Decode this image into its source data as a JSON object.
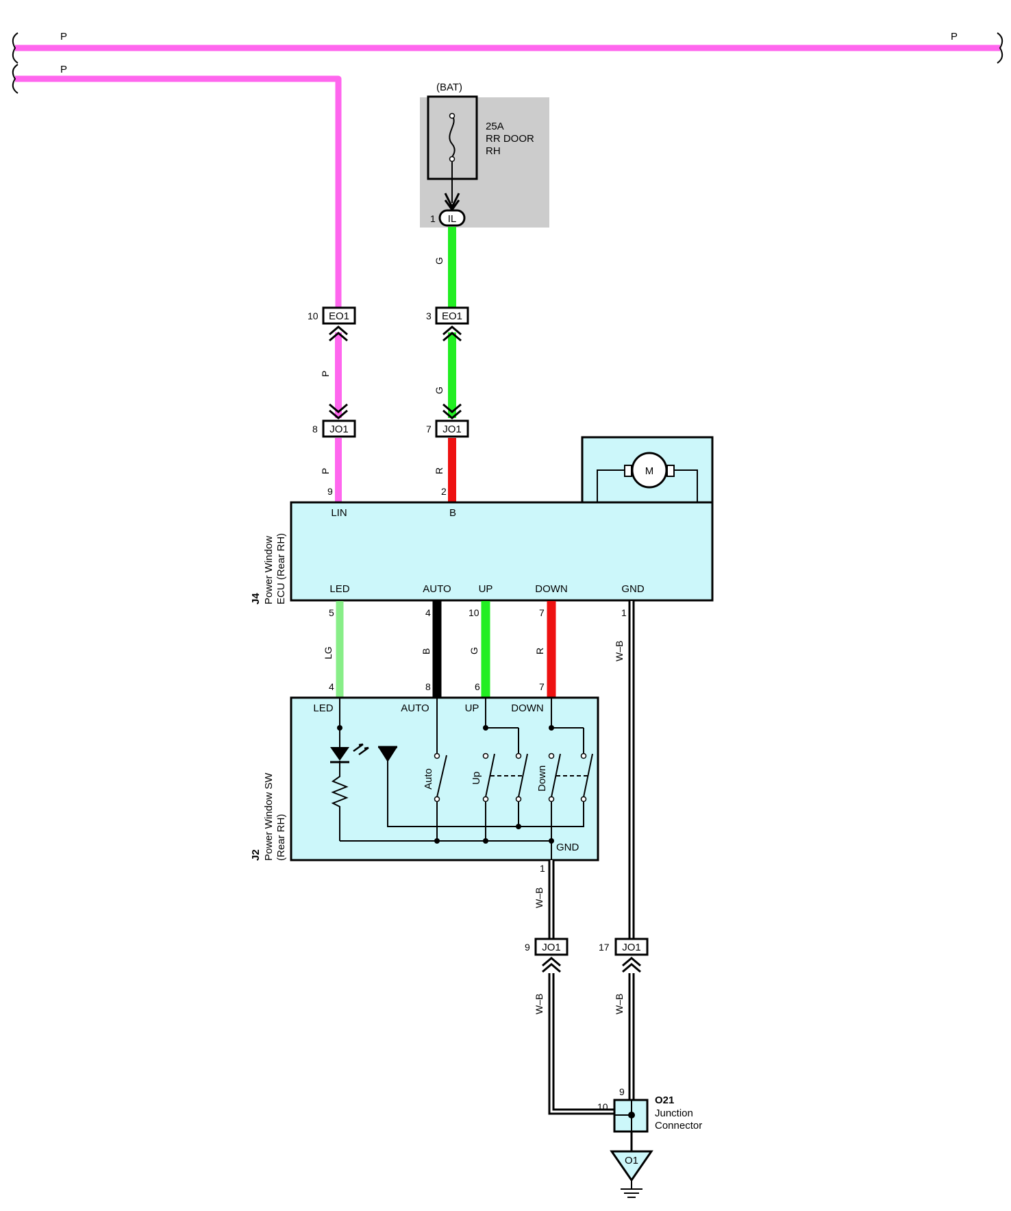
{
  "colors": {
    "P": "#ff66ee",
    "G": "#22ee22",
    "R": "#ee1111",
    "LG": "#88ee88",
    "B": "#000000",
    "W-B": "#000000",
    "module_fill": "#ccf7fa",
    "fuse_box_fill": "#cccccc"
  },
  "fuse": {
    "source": "(BAT)",
    "rating": "25A",
    "name_line1": "RR DOOR",
    "name_line2": "RH",
    "connector": "IL",
    "pin": "1"
  },
  "top_wires": {
    "upper_left_label": "P",
    "upper_right_label": "P",
    "lower_left_label": "P"
  },
  "wire_labels": {
    "p_eo1_jo1": "P",
    "g_fuse_eo1": "G",
    "g_eo1_jo1": "G",
    "p_jo1_ecu": "P",
    "r_jo1_ecu": "R",
    "lg_led": "LG",
    "b_auto": "B",
    "g_up": "G",
    "r_down": "R",
    "wb_ecu_gnd": "W–B",
    "wb_sw_gnd": "W–B",
    "wb_lower_left": "W–B",
    "wb_lower_right": "W–B"
  },
  "connectors": {
    "eo1_left": {
      "name": "EO1",
      "pin": "10"
    },
    "eo1_right": {
      "name": "EO1",
      "pin": "3"
    },
    "jo1_left": {
      "name": "JO1",
      "pin": "8"
    },
    "jo1_right": {
      "name": "JO1",
      "pin": "7"
    },
    "jo1_gnd_left": {
      "name": "JO1",
      "pin": "9"
    },
    "jo1_gnd_right": {
      "name": "JO1",
      "pin": "17"
    }
  },
  "ecu": {
    "id": "J4",
    "name_line1": "Power Window",
    "name_line2": "ECU (Rear RH)",
    "motor_label": "M",
    "terminals_top": [
      {
        "label": "LIN",
        "pin": "9"
      },
      {
        "label": "B",
        "pin": "2"
      }
    ],
    "terminals_bottom": [
      {
        "label": "LED",
        "pin": "5"
      },
      {
        "label": "AUTO",
        "pin": "4"
      },
      {
        "label": "UP",
        "pin": "10"
      },
      {
        "label": "DOWN",
        "pin": "7"
      },
      {
        "label": "GND",
        "pin": "1"
      }
    ]
  },
  "switch": {
    "id": "J2",
    "name_line1": "Power Window SW",
    "name_line2": "(Rear RH)",
    "terminals_top": [
      {
        "label": "LED",
        "pin": "4"
      },
      {
        "label": "AUTO",
        "pin": "8"
      },
      {
        "label": "UP",
        "pin": "6"
      },
      {
        "label": "DOWN",
        "pin": "7"
      }
    ],
    "gnd_label": "GND",
    "gnd_pin": "1",
    "switch_labels": [
      "Auto",
      "Up",
      "Down"
    ]
  },
  "junction": {
    "id": "O21",
    "name_line1": "Junction",
    "name_line2": "Connector",
    "pin_upper": "9",
    "pin_left": "10"
  },
  "ground": {
    "label": "O1"
  }
}
